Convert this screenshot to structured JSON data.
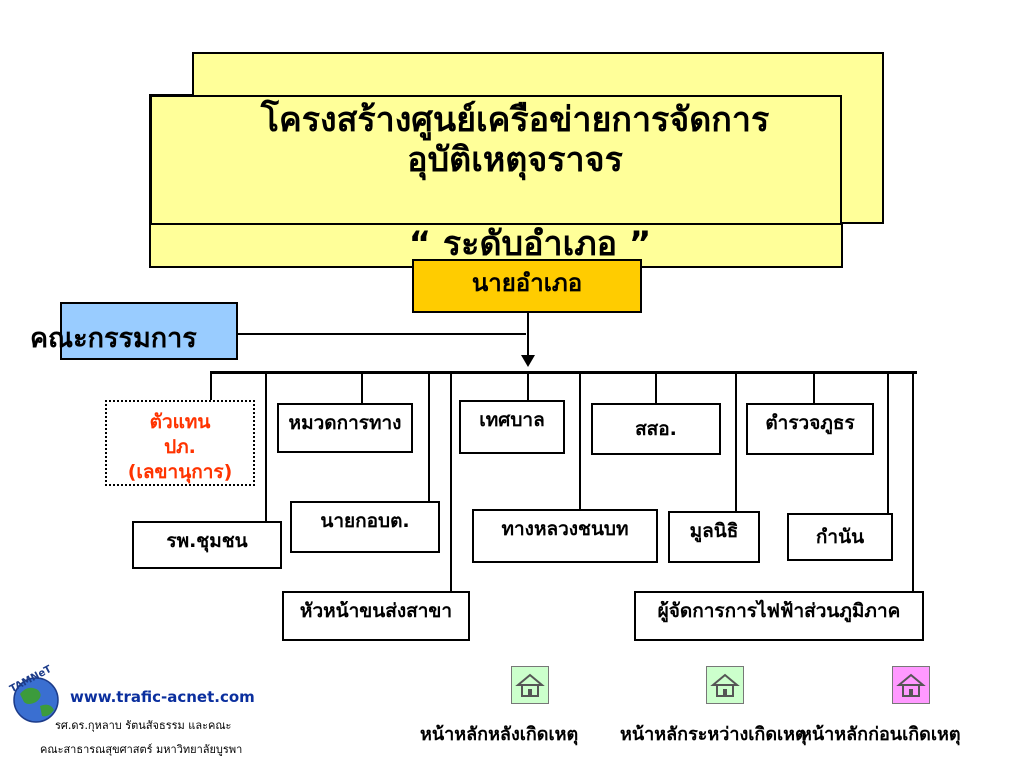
{
  "title": {
    "line1": "โครงสร้างศูนย์เครือข่ายการจัดการ",
    "line2": "อุบัติเหตุจราจร",
    "line3": "“ ระดับอำเภอ ”"
  },
  "chart": {
    "head": "นายอำเภอ",
    "committee": "คณะกรรมการ",
    "nodes": {
      "rep_line1": "ตัวแทน",
      "rep_line2": "ปภ.",
      "rep_line3": "(เลขานุการ)",
      "hospital": "รพ.ชุมชน",
      "highway": "หมวดการทาง",
      "mayor": "นายกอบต.",
      "transport": "หัวหน้าขนส่งสาขา",
      "municipality": "เทศบาล",
      "rural_road": "ทางหลวงชนบท",
      "health_office": "สสอ.",
      "police": "ตำรวจภูธร",
      "foundation": "มูลนิธิ",
      "kamnan": "กำนัน",
      "electricity": "ผู้จัดการการไฟฟ้าส่วนภูมิภาค"
    }
  },
  "footer": {
    "logo_text": "TAMNeT",
    "url": "www.trafic-acnet.com",
    "credit1": "รศ.ดร.กุหลาบ รัตนสัจธรรม และคณะ",
    "credit2": "คณะสาธารณสุขศาสตร์ มหาวิทยาลัยบูรพา"
  },
  "nav": {
    "after": "หน้าหลักหลังเกิดเหตุ",
    "during": "หน้าหลักระหว่างเกิดเหตุ",
    "before": "หน้าหลักก่อนเกิดเหตุ",
    "after_color": "#ccffcc",
    "during_color": "#ccffcc",
    "before_color": "#ff99ff"
  },
  "colors": {
    "title_bg": "#ffff99",
    "head_bg": "#ffcc00",
    "committee_bg": "#99ccff",
    "rep_text": "#ff3300"
  }
}
